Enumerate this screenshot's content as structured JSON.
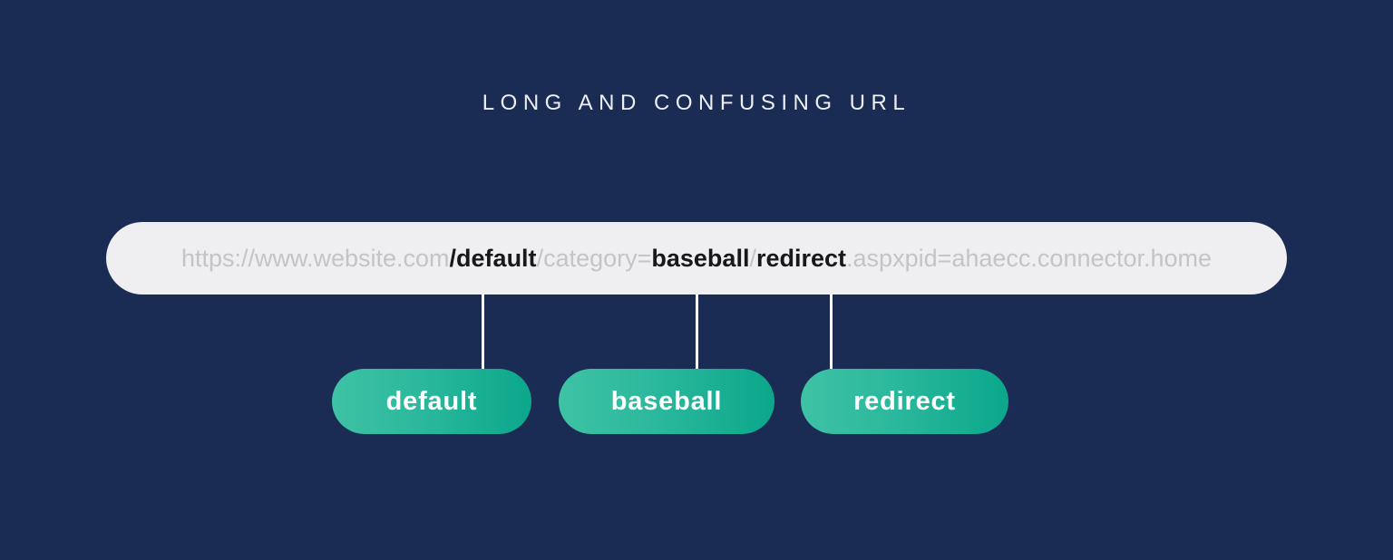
{
  "colors": {
    "background": "#1a2b54",
    "url_bar_background": "#efeff1",
    "url_muted_text": "#c4c4c7",
    "url_emphasis_text": "#18181c",
    "pill_gradient_start": "#3ec2a5",
    "pill_gradient_end": "#0ba78b",
    "pill_text": "#ffffff",
    "connector_line": "#ffffff",
    "title_text": "#edeff4"
  },
  "title": "LONG AND CONFUSING URL",
  "url_bar": {
    "full_url": "https://www.website.com/default/category=baseball/redirect.aspxpid=ahaecc.connector.home",
    "segments": [
      {
        "text": "https://www.website.com",
        "emphasis": false
      },
      {
        "text": "/default",
        "emphasis": true
      },
      {
        "text": "/category=",
        "emphasis": false
      },
      {
        "text": "baseball",
        "emphasis": true
      },
      {
        "text": "/",
        "emphasis": false
      },
      {
        "text": "redirect",
        "emphasis": true
      },
      {
        "text": ".aspxpid=ahaecc.connector.home",
        "emphasis": false
      }
    ]
  },
  "pills": [
    {
      "label": "default"
    },
    {
      "label": "baseball"
    },
    {
      "label": "redirect"
    }
  ]
}
